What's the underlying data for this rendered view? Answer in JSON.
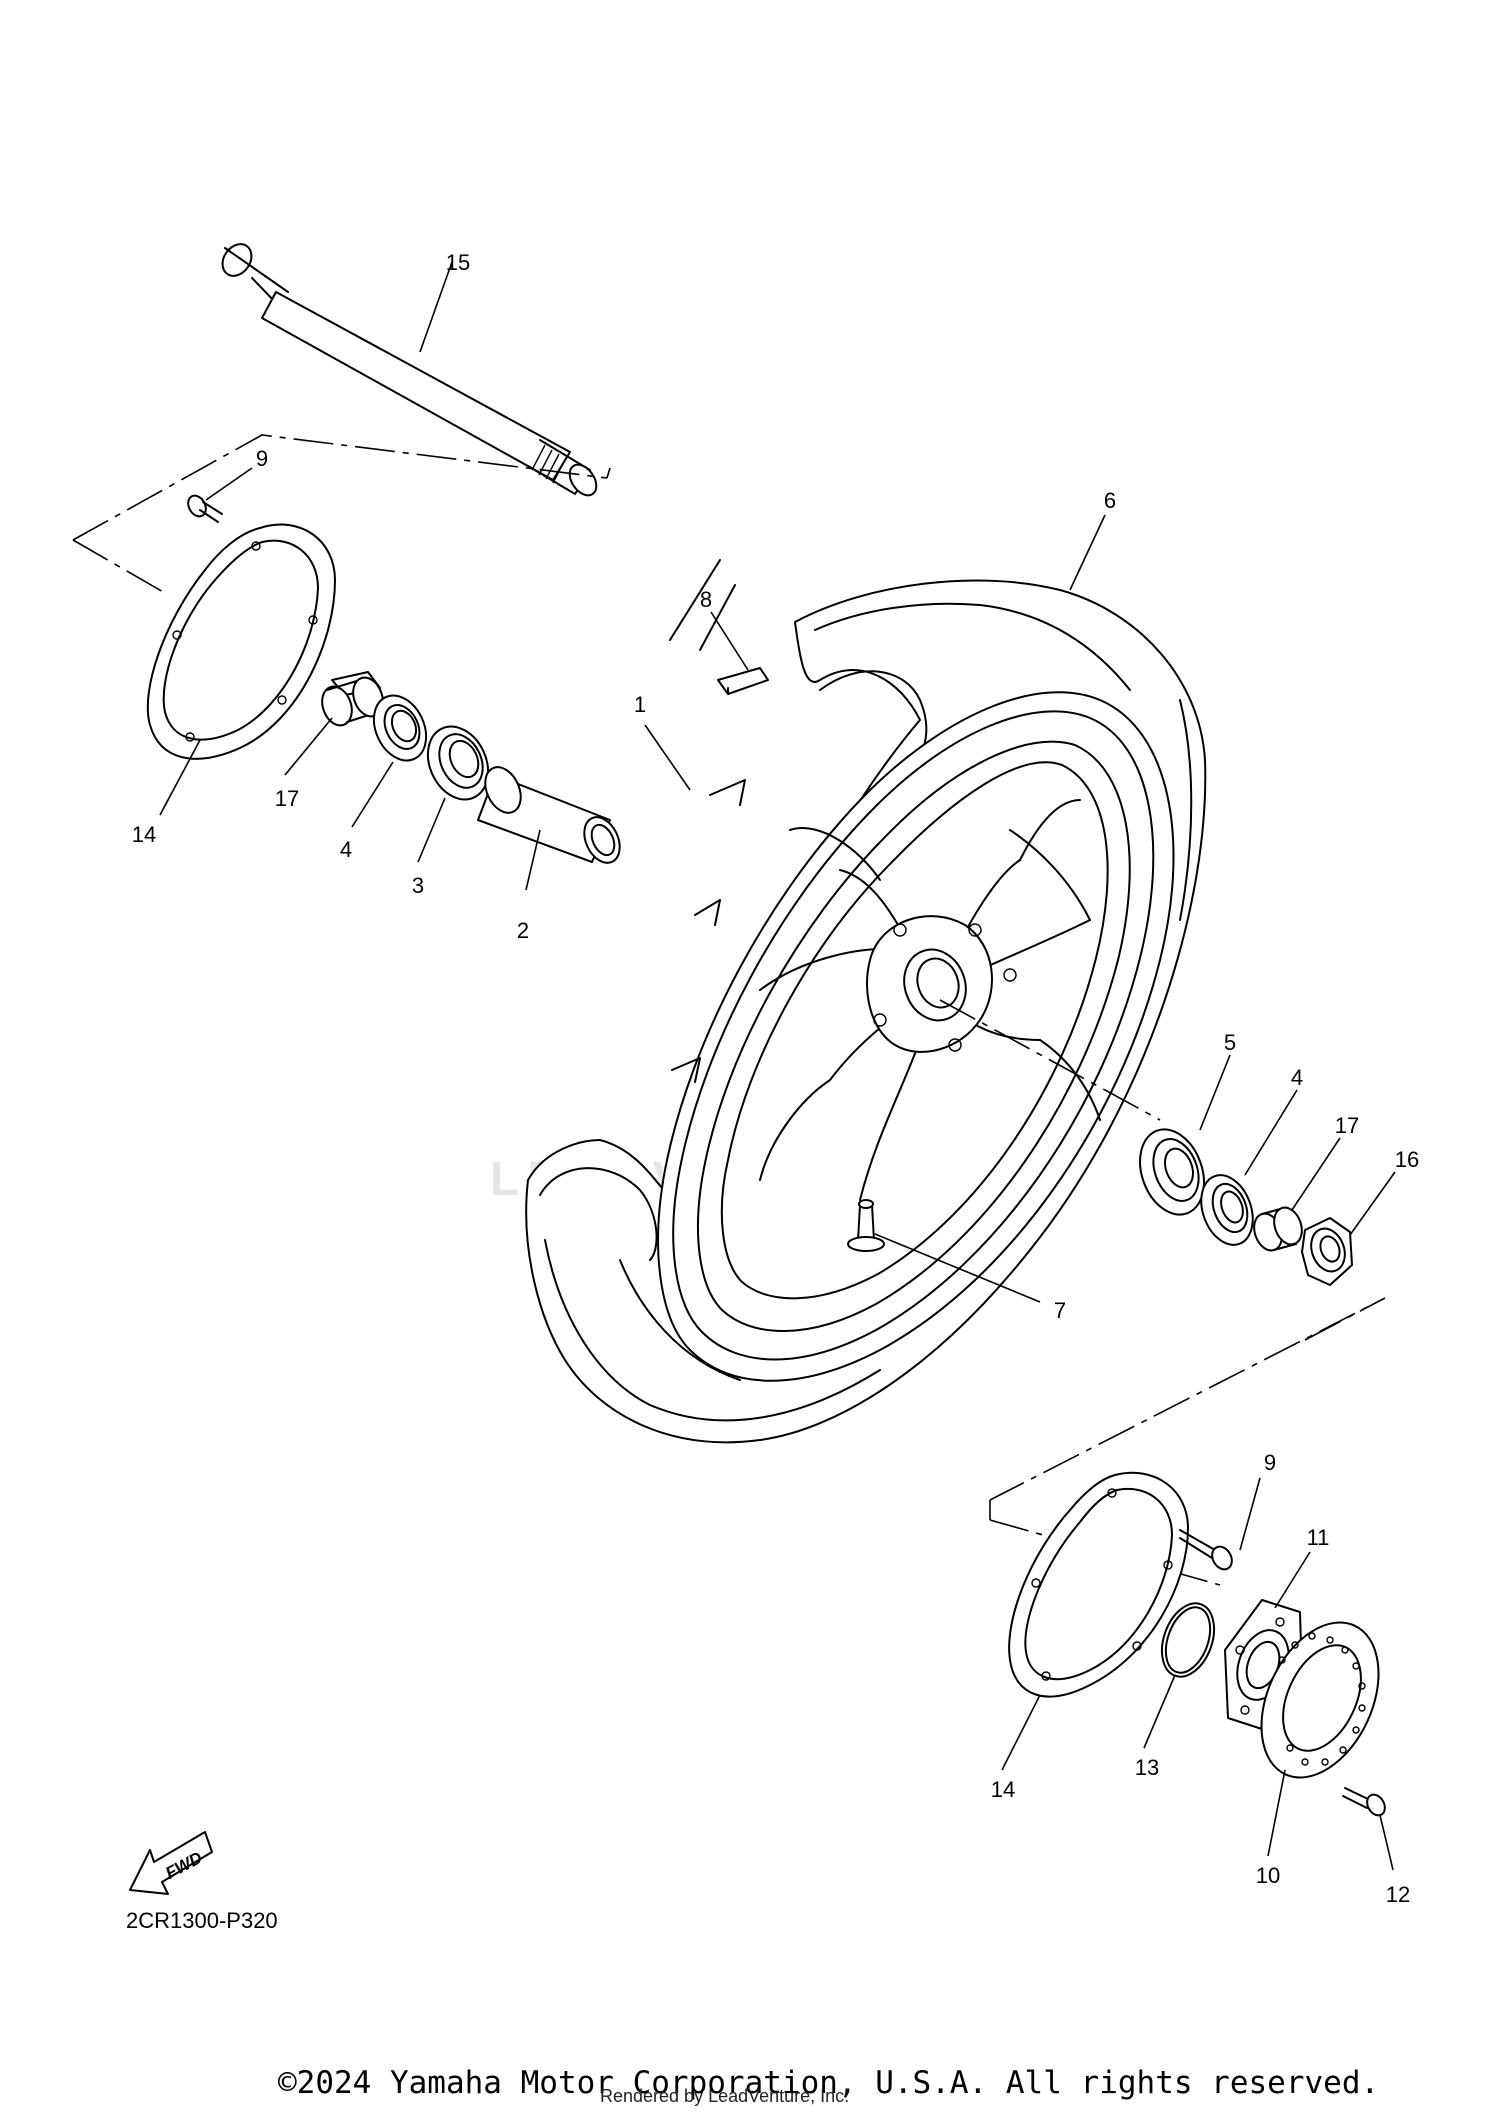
{
  "diagram": {
    "callouts": {
      "c1": "1",
      "c2": "2",
      "c3": "3",
      "c4a": "4",
      "c4b": "4",
      "c5": "5",
      "c6": "6",
      "c7": "7",
      "c8": "8",
      "c9a": "9",
      "c9b": "9",
      "c10": "10",
      "c11": "11",
      "c12": "12",
      "c13": "13",
      "c14a": "14",
      "c14b": "14",
      "c15": "15",
      "c16": "16",
      "c17a": "17",
      "c17b": "17"
    },
    "fwd_label": "FWD",
    "drawing_code": "2CR1300-P320"
  },
  "footer": {
    "copyright": "©2024 Yamaha Motor Corporation, U.S.A. All rights reserved.",
    "rendered_by": "Rendered by LeadVenture, Inc."
  }
}
